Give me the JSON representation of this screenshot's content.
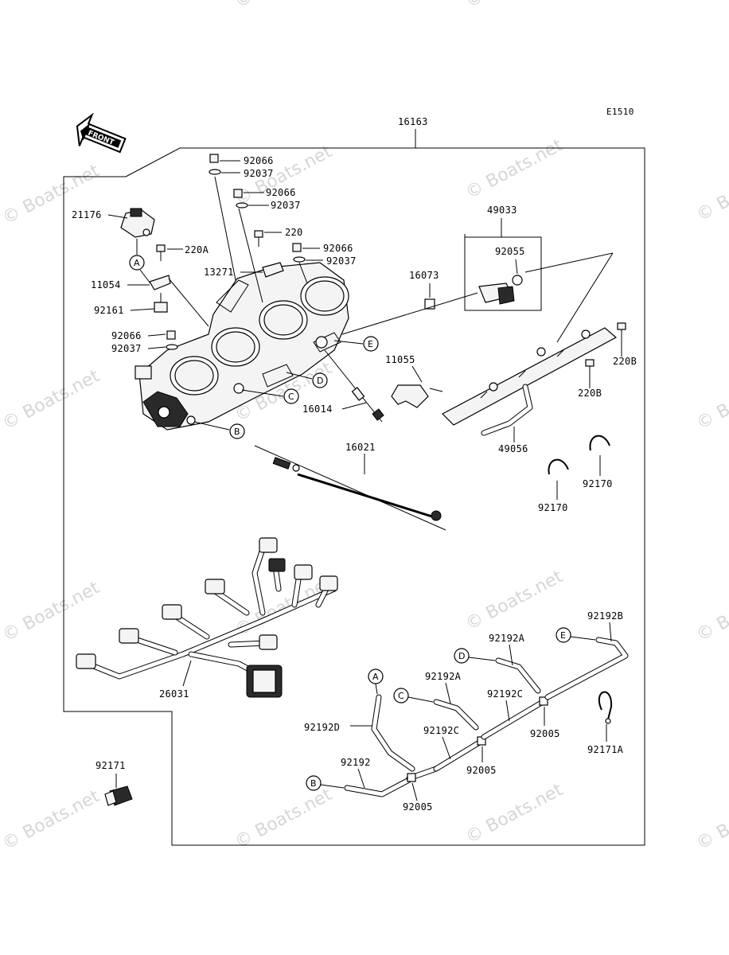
{
  "diagram_code": "E1510",
  "assembly_label": "16163",
  "front_label": "FRONT",
  "watermarks": [
    "© Boats.net",
    "© Boats.net",
    "© Boats.net",
    "© Boats.net",
    "© Boats.net",
    "© Boats.net",
    "© Boats.net",
    "© Boats.net",
    "© Boats.net",
    "© Boats.net",
    "© Boats.net",
    "© Boats.net",
    "© Boats.net",
    "© Boats.net",
    "© Boats.net",
    "© Boats.net",
    "© Boats.net",
    "© Boats.net"
  ],
  "parts": {
    "p21176": "21176",
    "p220A": "220A",
    "p11054": "11054",
    "p92161": "92161",
    "p92066_a": "92066",
    "p92037_a": "92037",
    "p92066_b": "92066",
    "p92037_b": "92037",
    "p92066_c": "92066",
    "p92037_c": "92037",
    "p92066_d": "92066",
    "p92037_d": "92037",
    "p220": "220",
    "p13271": "13271",
    "p49033": "49033",
    "p92055": "92055",
    "p16073": "16073",
    "p11055": "11055",
    "p220B_a": "220B",
    "p220B_b": "220B",
    "p49056": "49056",
    "p16014": "16014",
    "p16021": "16021",
    "p92170_a": "92170",
    "p92170_b": "92170",
    "p26031": "26031",
    "p92171": "92171",
    "p92171A": "92171A",
    "p92192B": "92192B",
    "p92192A_a": "92192A",
    "p92192A_b": "92192A",
    "p92192C_a": "92192C",
    "p92192C_b": "92192C",
    "p92192D": "92192D",
    "p92192": "92192",
    "p92005_a": "92005",
    "p92005_b": "92005",
    "p92005_c": "92005"
  },
  "callouts": {
    "A1": "A",
    "B1": "B",
    "C1": "C",
    "D1": "D",
    "E1": "E",
    "A2": "A",
    "B2": "B",
    "C2": "C",
    "D2": "D",
    "E2": "E"
  }
}
